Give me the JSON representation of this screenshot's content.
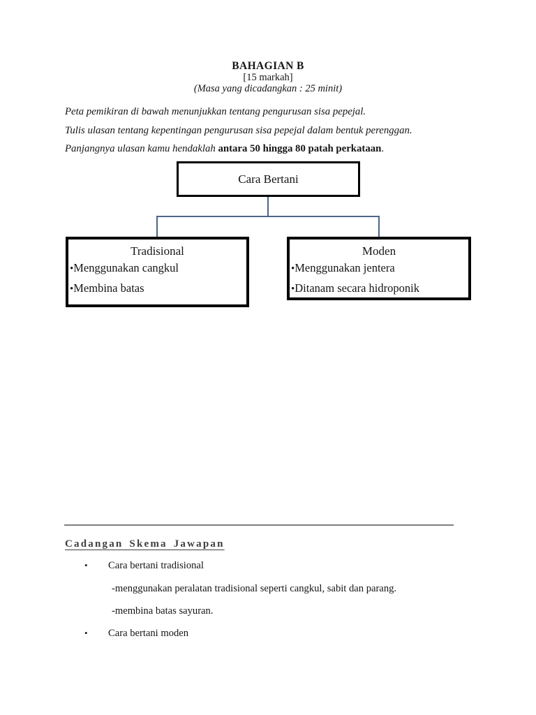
{
  "glyphs": {
    "bullet": "•"
  },
  "colors": {
    "connector": "#4d6687",
    "box_border": "#000000",
    "divider": "#7f7f7f",
    "scheme_heading": "#3d3d3d"
  },
  "header": {
    "title": "BAHAGIAN B",
    "marks": "[15 markah]",
    "time": "(Masa yang dicadangkan : 25 minit)"
  },
  "instructions": {
    "line1": "Peta pemikiran di bawah menunjukkan tentang pengurusan sisa pepejal.",
    "line2": "Tulis ulasan tentang kepentingan pengurusan sisa pepejal dalam bentuk perenggan.",
    "line3_italic": "Panjangnya ulasan kamu hendaklah ",
    "line3_bold": "antara 50 hingga 80 patah perkataan",
    "line3_end": "."
  },
  "diagram": {
    "root_label": "Cara Bertani",
    "boxes": [
      {
        "title": "Tradisional",
        "bullets": [
          "Menggunakan cangkul",
          "Membina batas"
        ]
      },
      {
        "title": "Moden",
        "bullets": [
          "Menggunakan jentera",
          "Ditanam secara hidroponik"
        ]
      }
    ]
  },
  "answer_scheme": {
    "heading": "Cadangan Skema Jawapan",
    "item1_label": "Cara bertani tradisional",
    "item1_sub1": "-menggunakan peralatan tradisional seperti cangkul, sabit dan parang.",
    "item1_sub2": "-membina batas sayuran.",
    "item2_label": "Cara bertani moden"
  }
}
